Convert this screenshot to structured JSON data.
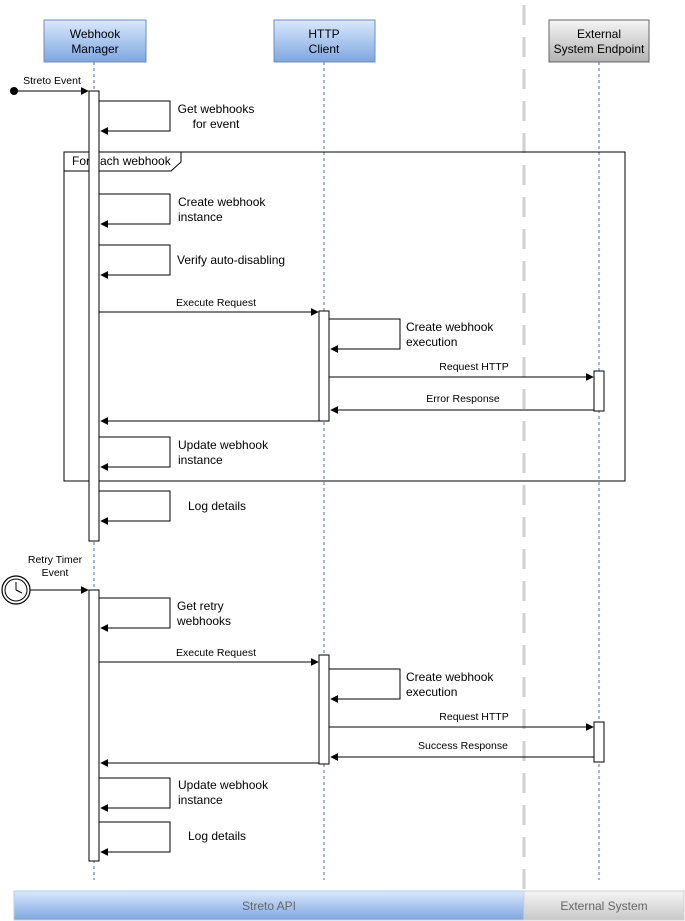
{
  "participants": {
    "webhook_manager": [
      "Webhook",
      "Manager"
    ],
    "http_client": [
      "HTTP",
      "Client"
    ],
    "external_endpoint": [
      "External",
      "System Endpoint"
    ]
  },
  "events": {
    "streto_event": "Streto Event",
    "retry_timer_event": [
      "Retry Timer",
      "Event"
    ]
  },
  "loop": {
    "label": "For each webhook"
  },
  "messages": {
    "get_webhooks": [
      "Get webhooks",
      "for event"
    ],
    "create_instance": [
      "Create webhook",
      "instance"
    ],
    "verify_auto_disabling": "Verify auto-disabling",
    "execute_request_1": "Execute Request",
    "create_execution_1": [
      "Create webhook",
      "execution"
    ],
    "request_http_1": "Request HTTP",
    "error_response": "Error Response",
    "update_instance_1": [
      "Update webhook",
      "instance"
    ],
    "log_details_1": "Log details",
    "get_retry_webhooks": [
      "Get retry",
      "webhooks"
    ],
    "execute_request_2": "Execute Request",
    "create_execution_2": [
      "Create webhook",
      "execution"
    ],
    "request_http_2": "Request HTTP",
    "success_response": "Success Response",
    "update_instance_2": [
      "Update webhook",
      "instance"
    ],
    "log_details_2": "Log details"
  },
  "bands": {
    "streto_api": "Streto API",
    "external_system": "External System"
  },
  "colors": {
    "participant_blue_top": "#dae8fc",
    "participant_blue_bottom": "#7ea6e0",
    "participant_gray_top": "#f5f5f5",
    "participant_gray_bottom": "#b3b3b3",
    "lifeline": "#3e6ec1",
    "arrow": "#000000"
  }
}
